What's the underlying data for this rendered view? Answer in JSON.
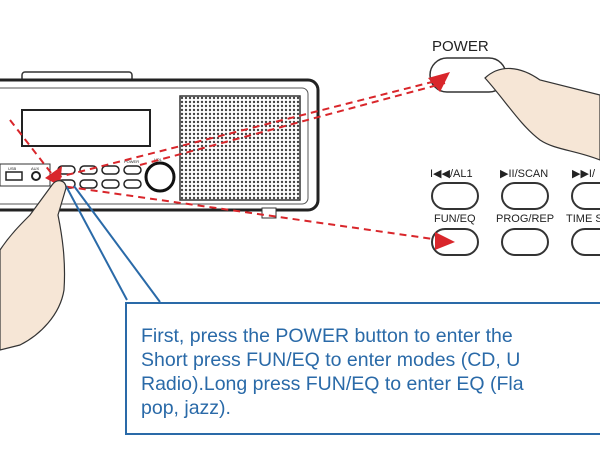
{
  "power_label": "POWER",
  "radio": {
    "usb_label": "USB",
    "aux_label": "AUX",
    "vol_label": "VOL",
    "power_small_label": "POWER"
  },
  "panel_buttons": [
    {
      "label": "I◀◀/AL1"
    },
    {
      "label": "▶II/SCAN"
    },
    {
      "label": "▶▶I/"
    },
    {
      "label": "FUN/EQ"
    },
    {
      "label": "PROG/REP"
    },
    {
      "label": "TIME S"
    }
  ],
  "instruction_lines": [
    "First, press the POWER button to enter the",
    "Short press FUN/EQ to enter modes (CD, U",
    "Radio).Long press FUN/EQ to enter EQ (Fla",
    "pop, jazz)."
  ],
  "colors": {
    "arrow": "#d9262b",
    "callout": "#2a6aa8",
    "skin": "#f6e6d6"
  }
}
